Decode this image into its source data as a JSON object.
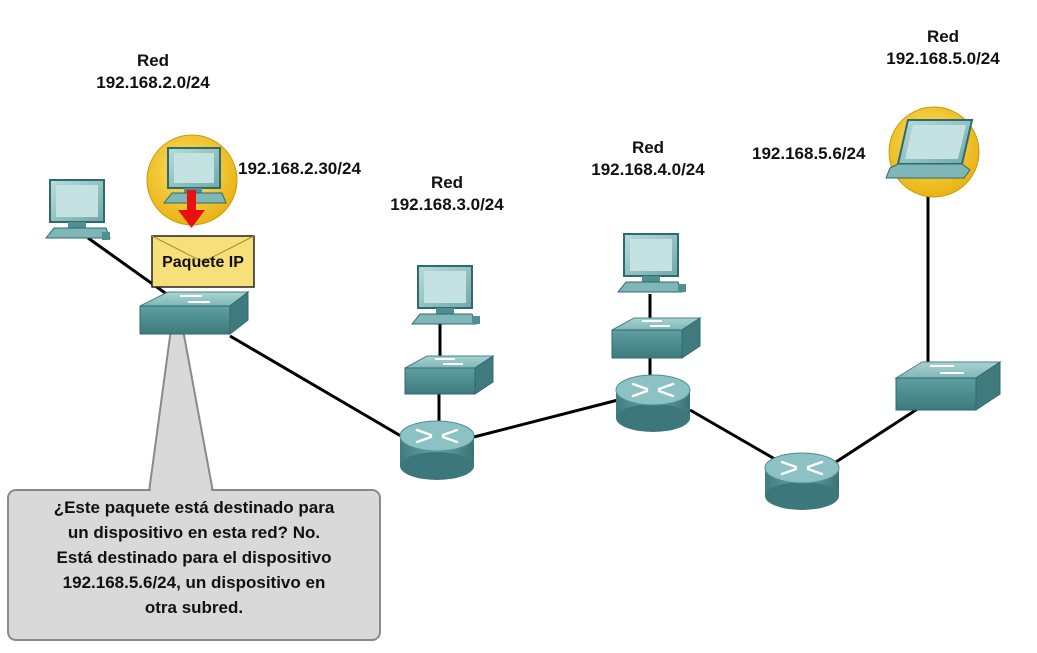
{
  "networks": [
    {
      "title": "Red",
      "subnet": "192.168.2.0/24"
    },
    {
      "title": "Red",
      "subnet": "192.168.3.0/24"
    },
    {
      "title": "Red",
      "subnet": "192.168.4.0/24"
    },
    {
      "title": "Red",
      "subnet": "192.168.5.0/24"
    }
  ],
  "hosts": {
    "source_ip": "192.168.2.30/24",
    "destination_ip": "192.168.5.6/24"
  },
  "packet": {
    "label": "Paquete IP"
  },
  "callout": {
    "lines": [
      "¿Este paquete está destinado para",
      "un dispositivo en esta red? No.",
      "Está destinado para el dispositivo",
      "192.168.5.6/24, un dispositivo en",
      "otra subred."
    ]
  },
  "colors": {
    "device_teal": "#4f8f92",
    "highlight_yellow": "#f2c31a",
    "arrow_red": "#e81010",
    "packet_yellow": "#f7df7a",
    "callout_gray": "#d9d9d9"
  }
}
